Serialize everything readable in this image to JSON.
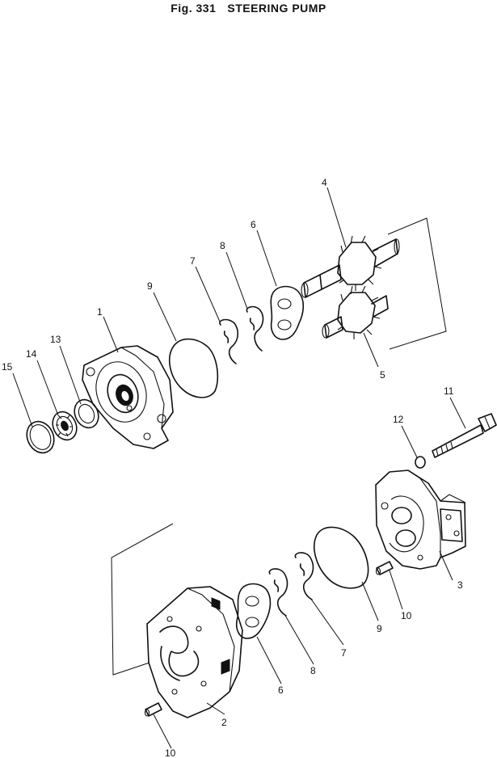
{
  "figure": {
    "number": "Fig. 331",
    "title": "STEERING PUMP"
  },
  "callouts": [
    {
      "id": "c1",
      "text": "1"
    },
    {
      "id": "c2",
      "text": "2"
    },
    {
      "id": "c3",
      "text": "3"
    },
    {
      "id": "c4",
      "text": "4"
    },
    {
      "id": "c5",
      "text": "5"
    },
    {
      "id": "c6a",
      "text": "6"
    },
    {
      "id": "c6b",
      "text": "6"
    },
    {
      "id": "c7a",
      "text": "7"
    },
    {
      "id": "c7b",
      "text": "7"
    },
    {
      "id": "c8a",
      "text": "8"
    },
    {
      "id": "c8b",
      "text": "8"
    },
    {
      "id": "c9a",
      "text": "9"
    },
    {
      "id": "c9b",
      "text": "9"
    },
    {
      "id": "c10a",
      "text": "10"
    },
    {
      "id": "c10b",
      "text": "10"
    },
    {
      "id": "c11",
      "text": "11"
    },
    {
      "id": "c12",
      "text": "12"
    },
    {
      "id": "c13",
      "text": "13"
    },
    {
      "id": "c14",
      "text": "14"
    },
    {
      "id": "c15",
      "text": "15"
    }
  ]
}
